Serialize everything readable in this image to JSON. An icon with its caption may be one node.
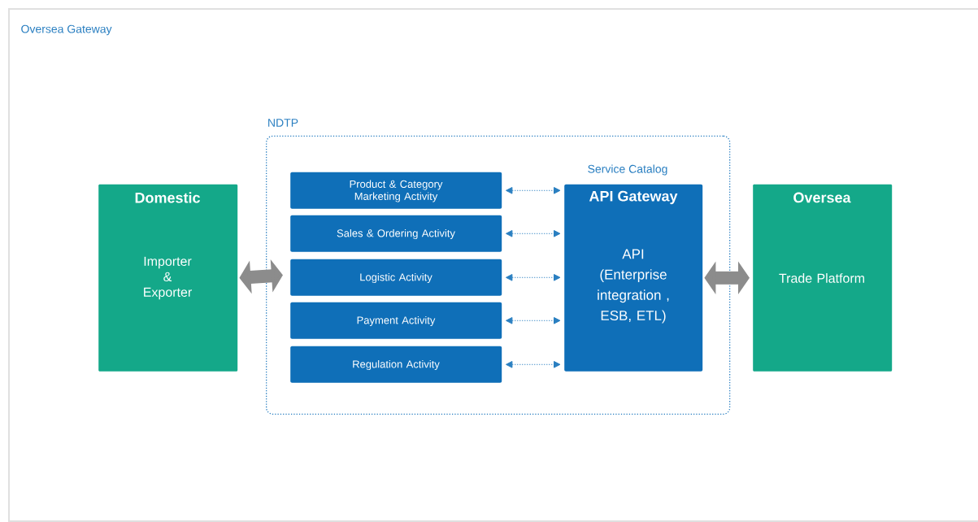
{
  "diagram": {
    "nodes": [
      {
        "text": [
          "Oversea Gateway"
        ]
      },
      {
        "text": [
          "Domestic",
          "Importer & Exporter"
        ],
        "in": 0
      },
      {
        "text": [
          "NDTP"
        ],
        "in": 0
      },
      {
        "text": [
          "Product & Category Marketing Activity"
        ],
        "in": 2
      },
      {
        "text": [
          "Sales & Ordering Activity"
        ],
        "in": 2
      },
      {
        "text": [
          "Logistic Activity"
        ],
        "in": 2
      },
      {
        "text": [
          "Payment Activity"
        ],
        "in": 2
      },
      {
        "text": [
          "Regulation Activity"
        ],
        "in": 2
      },
      {
        "text": [
          "Service Catalog",
          "API Gateway",
          "API (Enterprise integration , ESB, ETL)"
        ],
        "in": 2
      },
      {
        "text": [
          "Oversea",
          "Trade Platform"
        ],
        "in": 0
      }
    ],
    "edges": [
      {
        "from": 1,
        "to": 2,
        "arrow": "both",
        "style": "thick",
        "color": "#8c8c8c"
      },
      {
        "from": 3,
        "to": 8,
        "arrow": "both",
        "style": "dashed"
      },
      {
        "from": 4,
        "to": 8,
        "arrow": "both",
        "style": "dashed"
      },
      {
        "from": 5,
        "to": 8,
        "arrow": "both",
        "style": "dashed"
      },
      {
        "from": 6,
        "to": 8,
        "arrow": "both",
        "style": "dashed"
      },
      {
        "from": 7,
        "to": 8,
        "arrow": "both",
        "style": "dashed"
      },
      {
        "from": 8,
        "to": 9,
        "arrow": "both",
        "style": "thick",
        "color": "#8c8c8c"
      }
    ]
  }
}
